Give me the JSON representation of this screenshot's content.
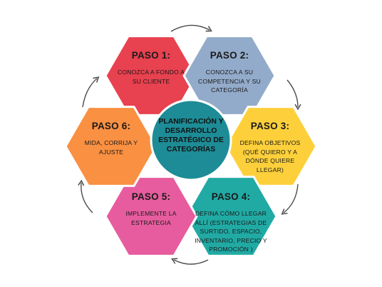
{
  "center": {
    "label": "PLANIFICACIÓN Y DESARROLLO ESTRATÉGICO DE CATEGORÍAS",
    "color": "#1d8c96",
    "stroke": "#ffffff"
  },
  "steps": [
    {
      "title": "PASO 1:",
      "text": "CONOZCA A FONDO A SU CLIENTE",
      "color": "#e8414f"
    },
    {
      "title": "PASO 2:",
      "text": "CONOZCA A SU COMPETENCIA Y SU CATEGORÍA",
      "color": "#93abca"
    },
    {
      "title": "PASO 3:",
      "text": "DEFINA OBJETIVOS (QUÉ QUIERO Y A DÓNDE QUIERE LLEGAR)",
      "color": "#fdd03b"
    },
    {
      "title": "PASO 4:",
      "text": "DEFINA CÓMO LLEGAR ALLÍ (ESTRATEGIAS DE SURTIDO, ESPACIO, INVENTARIO, PRECIO Y PROMOCIÓN )",
      "color": "#21aaa4"
    },
    {
      "title": "PASO 5:",
      "text": "IMPLEMENTE LA ESTRATEGIA",
      "color": "#e75c9e"
    },
    {
      "title": "PASO 6:",
      "text": "MIDA, CORRIJA Y AJUSTE",
      "color": "#f99042"
    }
  ],
  "colors": {
    "arrow": "#4a4a4a",
    "hex_stroke": "#ffffff"
  }
}
